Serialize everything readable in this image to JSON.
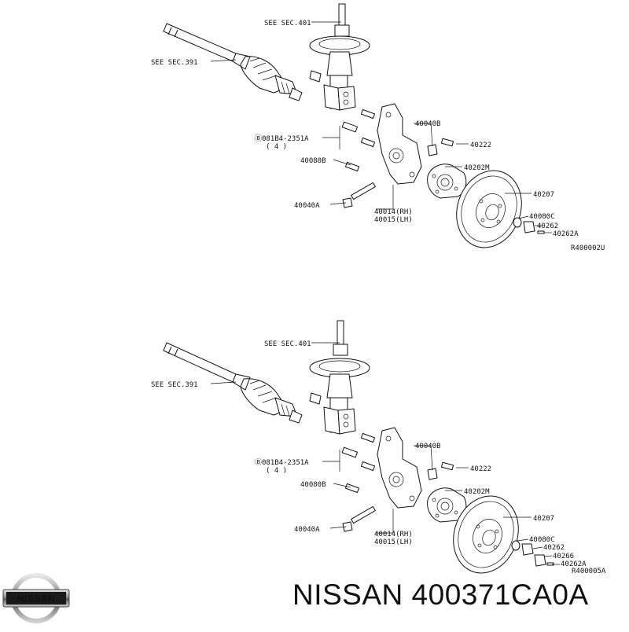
{
  "diagrams": [
    {
      "labels": {
        "see_sec_401": "SEE SEC.401",
        "see_sec_391": "SEE SEC.391",
        "bolt_code": "Ⓑ081B4-2351A",
        "bolt_qty": "( 4 )",
        "p40040B": "40040B",
        "p40222": "40222",
        "p40080B": "40080B",
        "p40202M": "40202M",
        "p40207": "40207",
        "p40040A": "40040A",
        "p40014": "40014(RH)",
        "p40015": "40015(LH)",
        "p40080C": "40080C",
        "p40262": "40262",
        "p40262A": "40262A",
        "ref": "R400002U"
      }
    },
    {
      "labels": {
        "see_sec_401": "SEE SEC.401",
        "see_sec_391": "SEE SEC.391",
        "bolt_code": "Ⓑ081B4-2351A",
        "bolt_qty": "( 4 )",
        "p40040B": "40040B",
        "p40222": "40222",
        "p40080B": "40080B",
        "p40202M": "40202M",
        "p40207": "40207",
        "p40040A": "40040A",
        "p40014": "40014(RH)",
        "p40015": "40015(LH)",
        "p40080C": "40080C",
        "p40262": "40262",
        "p40266": "40266",
        "p40262A": "40262A",
        "ref": "R400005A"
      }
    }
  ],
  "logo": {
    "brand": "NISSAN"
  },
  "caption": "NISSAN 400371CA0A"
}
